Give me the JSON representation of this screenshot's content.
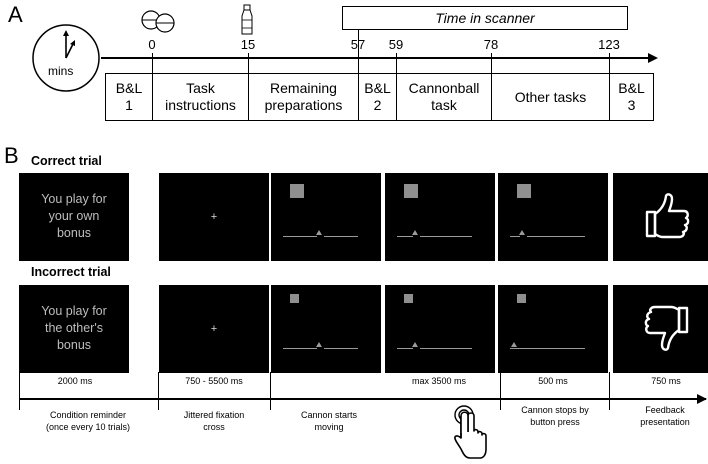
{
  "panel_a": {
    "label": "A",
    "clock_label": "mins",
    "scanner_label": "Time in scanner",
    "ticks": [
      "0",
      "15",
      "57",
      "59",
      "78",
      "123"
    ],
    "segments": [
      "B&L\n1",
      "Task\ninstructions",
      "Remaining\npreparations",
      "B&L\n2",
      "Cannonball\ntask",
      "Other tasks",
      "B&L\n3"
    ],
    "icons": [
      "pill-icon",
      "bottle-icon"
    ]
  },
  "panel_b": {
    "label": "B",
    "correct_title": "Correct trial",
    "incorrect_title": "Incorrect trial",
    "reminder_correct": "You play for\nyour own\nbonus",
    "reminder_incorrect": "You play for\nthe other's\nbonus",
    "fixation": "+",
    "durations": [
      "2000 ms",
      "750 - 5500 ms",
      "max 3500 ms",
      "500 ms",
      "750 ms"
    ],
    "phases": [
      "Condition reminder\n(once every 10 trials)",
      "Jittered fixation\ncross",
      "Cannon starts\nmoving",
      "Cannon stops by\nbutton press",
      "Feedback\npresentation"
    ],
    "icons": [
      "thumbs-up-icon",
      "thumbs-down-icon",
      "hand-pointer-icon"
    ]
  }
}
